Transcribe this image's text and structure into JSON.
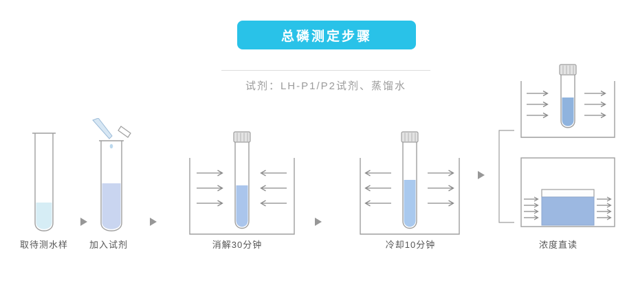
{
  "header": {
    "title": "总磷测定步骤",
    "subtitle": "试剂：LH-P1/P2试剂、蒸馏水",
    "accent_color": "#29C2E8"
  },
  "steps": [
    {
      "id": "sample",
      "label": "取待测水样"
    },
    {
      "id": "reagent",
      "label": "加入试剂"
    },
    {
      "id": "digest",
      "label": "消解30分钟"
    },
    {
      "id": "cool",
      "label": "冷却10分钟"
    },
    {
      "id": "read",
      "label": "浓度直读"
    }
  ],
  "colors": {
    "accent": "#29C2E8",
    "sample_liquid": "#D6EDF5",
    "reagent_liquid": "#C9D5F0",
    "digest_liquid": "#AAC5EC",
    "cool_liquid": "#A9C9EE",
    "read_tube_liquid": "#8FB3DE",
    "cuvette_liquid": "#9CB8E1",
    "arrow_gray": "#8A8A8A",
    "outline_gray": "#9E9E9E"
  }
}
